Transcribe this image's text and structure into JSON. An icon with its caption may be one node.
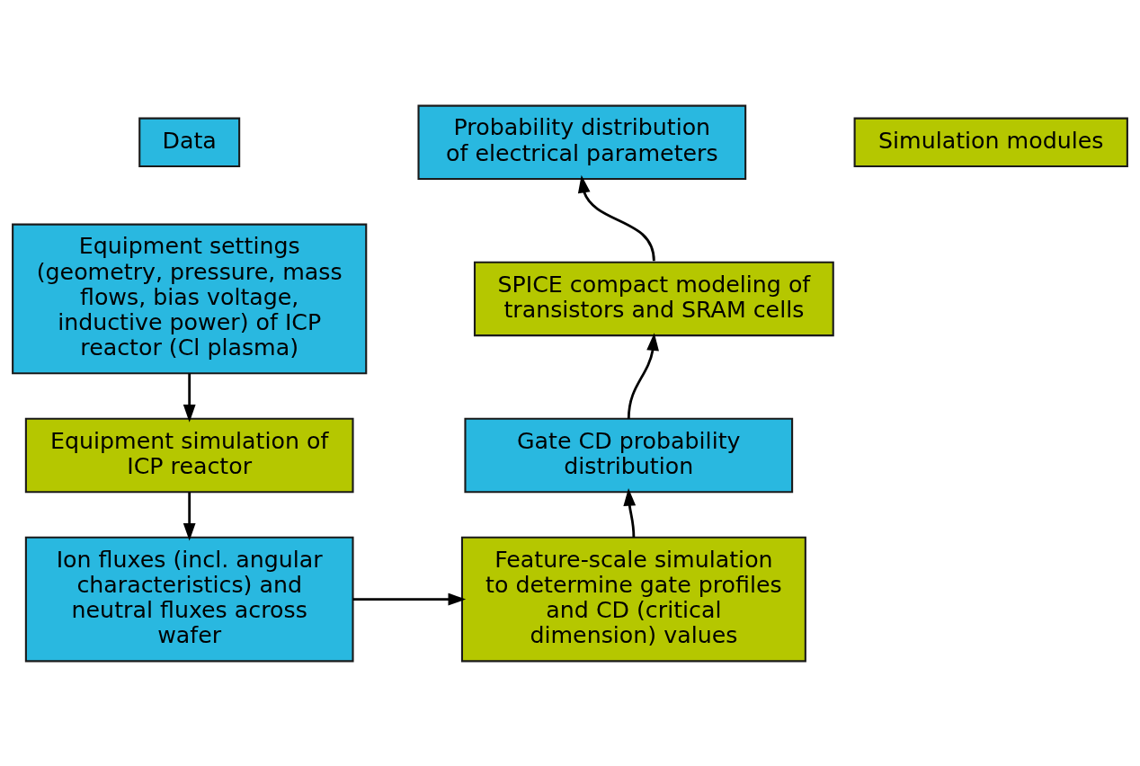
{
  "diagram": {
    "nodes": [
      {
        "text": [
          "Equipment settings (geometry, pressure, mass flows, bias voltage, inductive power) of ICP reactor (Cl plasma)"
        ]
      },
      {
        "text": [
          "Equipment simulation of ICP reactor"
        ]
      },
      {
        "text": [
          "Ion fluxes (incl. angular characteristics) and neutral fluxes across wafer"
        ]
      },
      {
        "text": [
          "Feature-scale simulation to determine gate profiles and CD (critical dimension) values"
        ]
      },
      {
        "text": [
          "Gate CD probability distribution"
        ]
      },
      {
        "text": [
          "SPICE compact modeling of transistors and SRAM cells"
        ]
      },
      {
        "text": [
          "Probability distribution of electrical parameters"
        ]
      }
    ],
    "edges": [
      {
        "from": 0,
        "to": 1,
        "arrow": "to"
      },
      {
        "from": 1,
        "to": 2,
        "arrow": "to"
      },
      {
        "from": 2,
        "to": 3,
        "arrow": "to"
      },
      {
        "from": 3,
        "to": 4,
        "arrow": "to"
      },
      {
        "from": 4,
        "to": 5,
        "arrow": "to"
      },
      {
        "from": 5,
        "to": 6,
        "arrow": "to"
      }
    ],
    "legend": [
      {
        "text": "Data",
        "color": "#29b8e0"
      },
      {
        "text": "Simulation modules",
        "color": "#b5c700"
      }
    ]
  }
}
